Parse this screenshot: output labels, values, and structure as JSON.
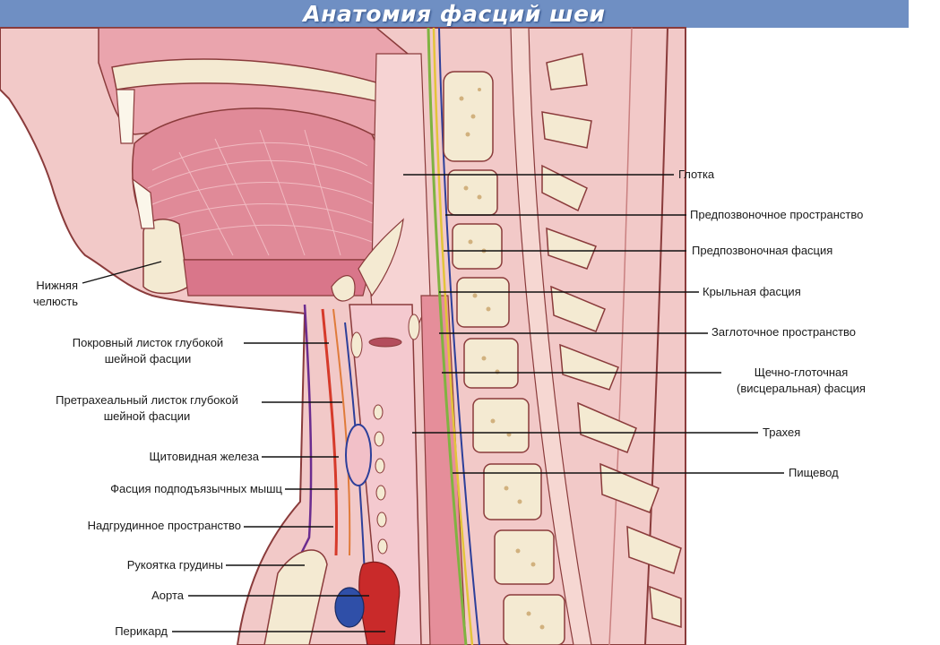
{
  "title": "Анатомия фасций шеи",
  "labels_left": [
    {
      "lines": [
        "Нижняя",
        "челюсть"
      ]
    },
    {
      "lines": [
        "Покровный листок глубокой",
        "шейной фасции"
      ]
    },
    {
      "lines": [
        "Претрахеальный листок глубокой",
        "шейной фасции"
      ]
    },
    {
      "lines": [
        "Щитовидная железа"
      ]
    },
    {
      "lines": [
        "Фасция подподъязычных мышц"
      ]
    },
    {
      "lines": [
        "Надгрудинное пространство"
      ]
    },
    {
      "lines": [
        "Рукоятка грудины"
      ]
    },
    {
      "lines": [
        "Аорта"
      ]
    },
    {
      "lines": [
        "Перикард"
      ]
    }
  ],
  "labels_right": [
    {
      "lines": [
        "Глотка"
      ]
    },
    {
      "lines": [
        "Предпозвоночное пространство"
      ]
    },
    {
      "lines": [
        "Предпозвоночная фасция"
      ]
    },
    {
      "lines": [
        "Крыльная фасция"
      ]
    },
    {
      "lines": [
        "Заглоточное пространство"
      ]
    },
    {
      "lines": [
        "Щечно-глоточная",
        "(висцеральная) фасция"
      ]
    },
    {
      "lines": [
        "Трахея"
      ]
    },
    {
      "lines": [
        "Пищевод"
      ]
    }
  ],
  "colors": {
    "skin": "#f2c9c8",
    "soft_tissue": "#eaa4ad",
    "muscle": "#d9768a",
    "bone": "#f4ead2",
    "bone_spots": "#c9a36a",
    "fascia_green": "#7fb341",
    "fascia_yellow": "#e3c43a",
    "fascia_blue": "#2d3f9a",
    "fascia_red": "#d63a2a",
    "aorta": "#c92a2a",
    "vein": "#2f4fa8",
    "header": "#6f8fc3"
  }
}
